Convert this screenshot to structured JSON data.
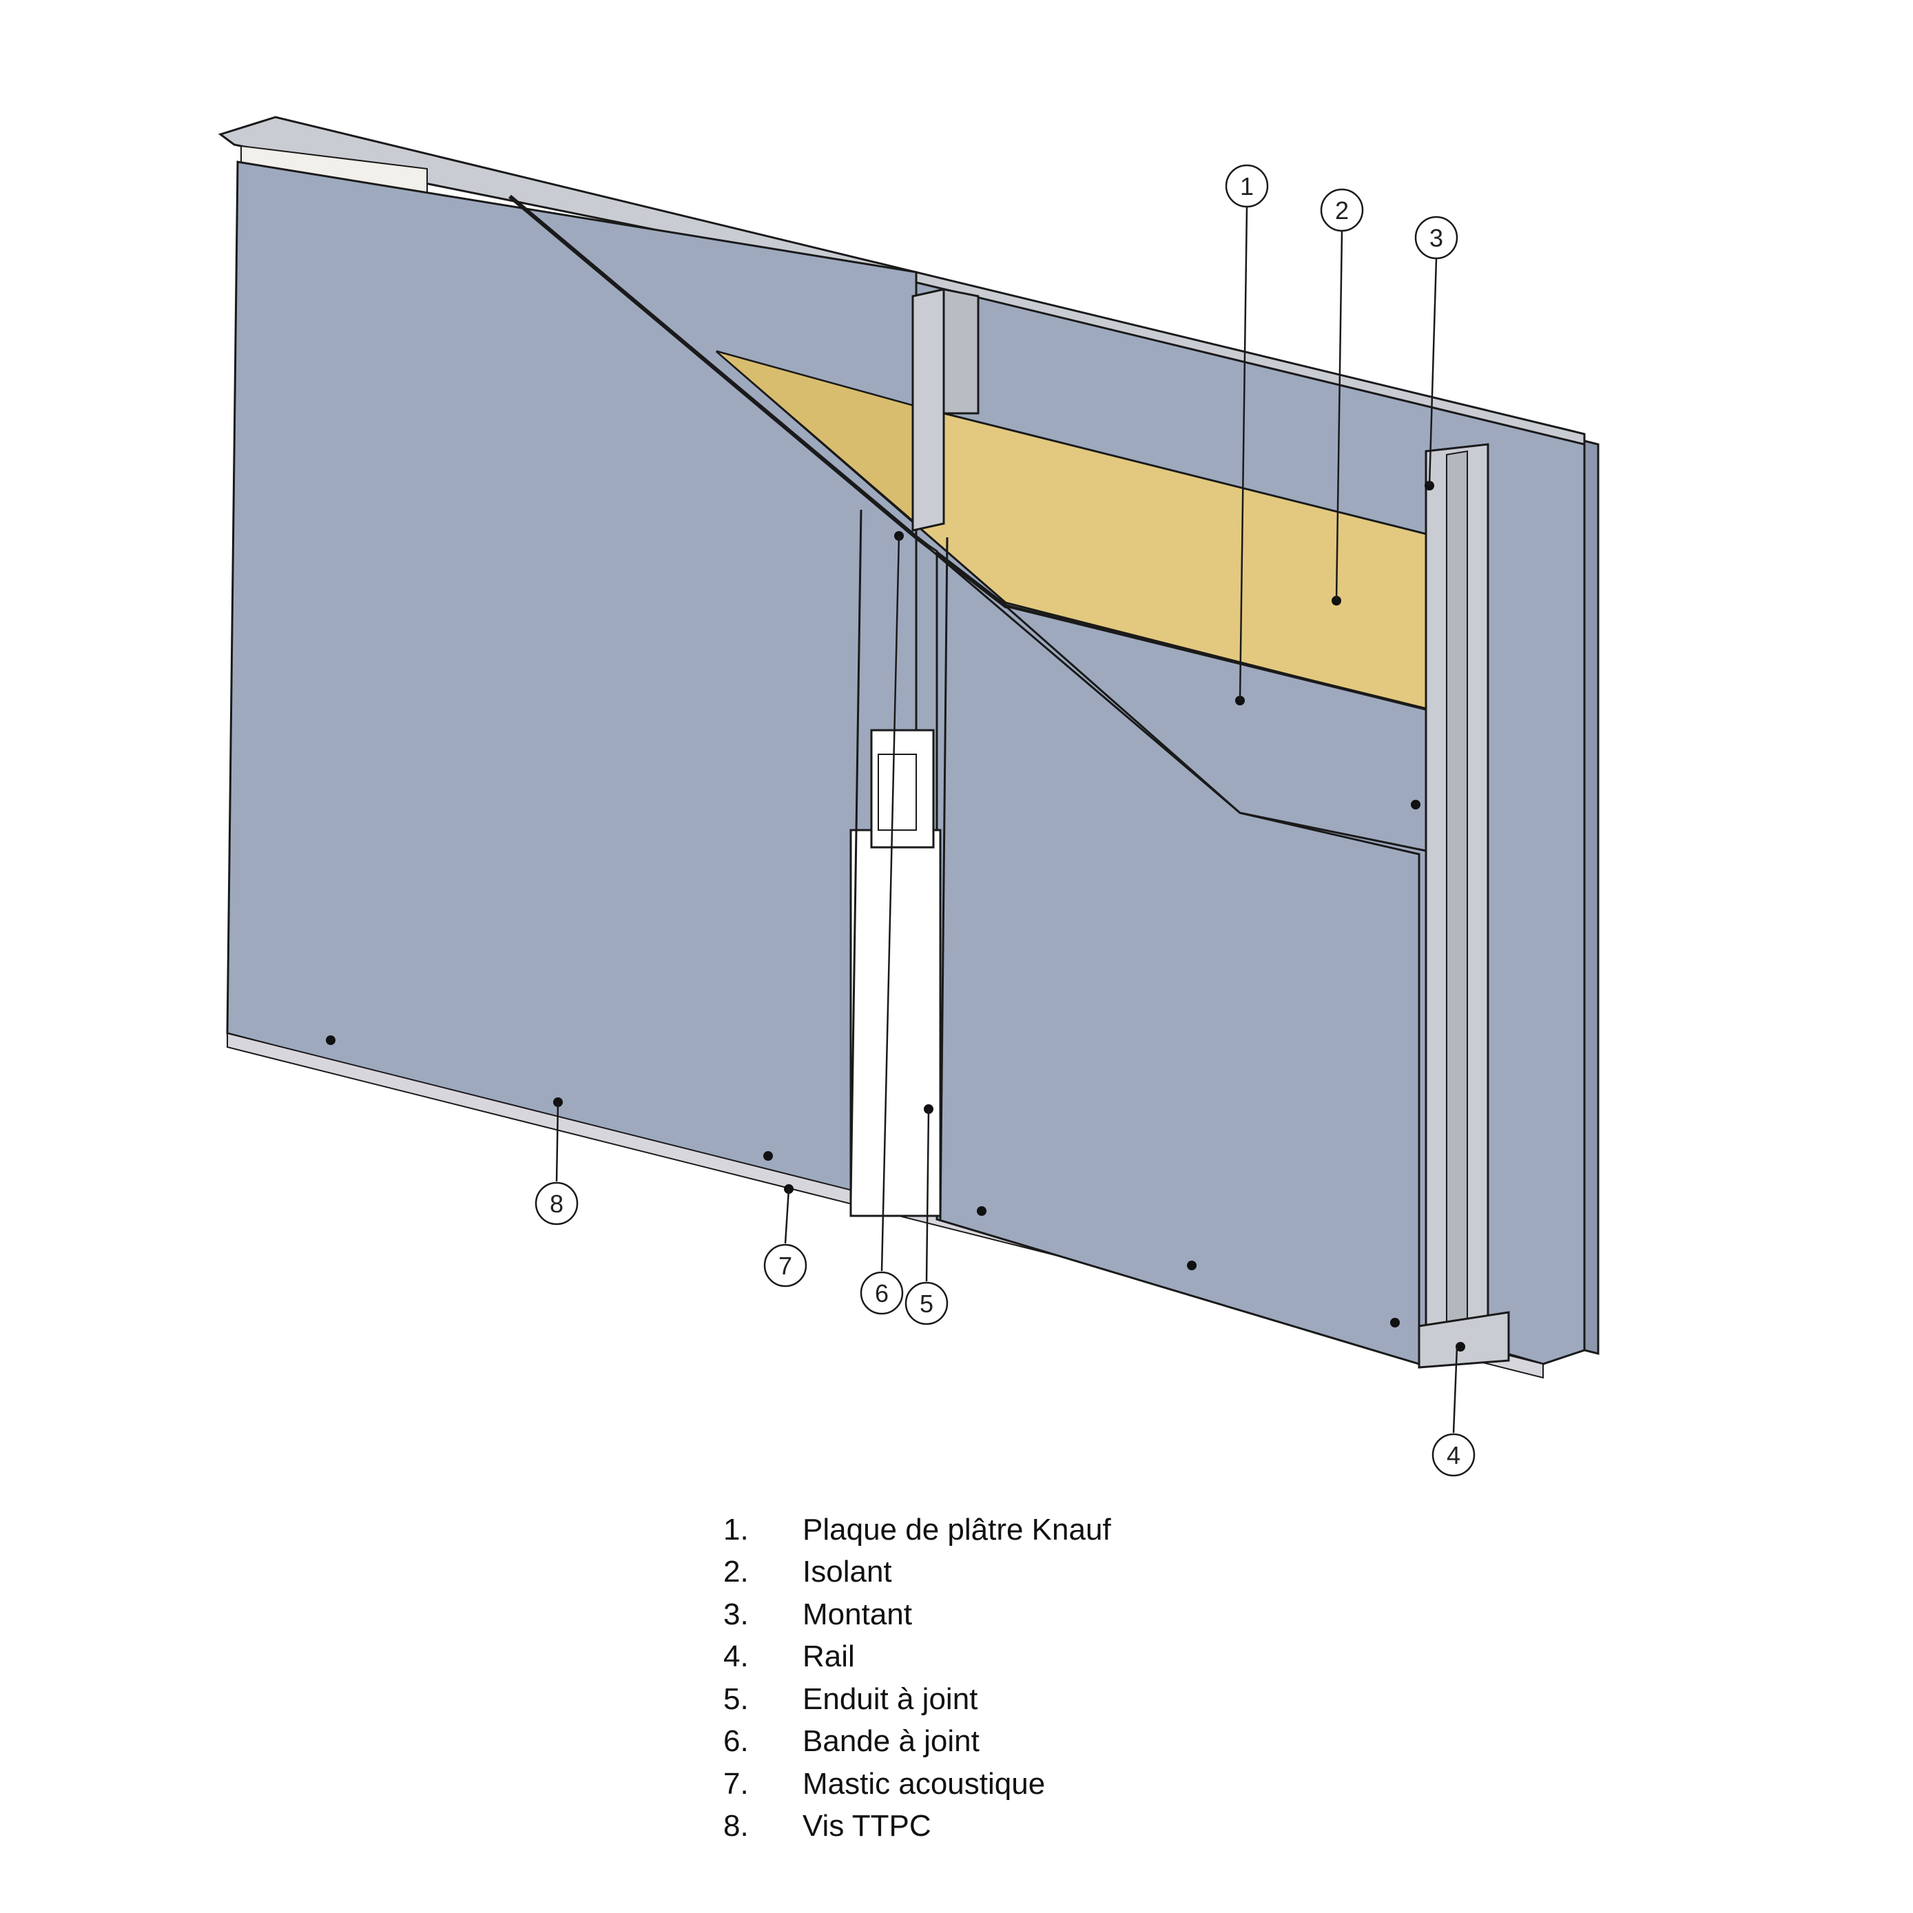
{
  "colors": {
    "board": "#9ea9be",
    "board_edge": "#6f7890",
    "insulation": "#e3c97f",
    "metal": "#c9ccd2",
    "tape": "#ffffff",
    "outline": "#1a1a1a"
  },
  "callouts": [
    {
      "num": "1"
    },
    {
      "num": "2"
    },
    {
      "num": "3"
    },
    {
      "num": "4"
    },
    {
      "num": "5"
    },
    {
      "num": "6"
    },
    {
      "num": "7"
    },
    {
      "num": "8"
    }
  ],
  "legend": [
    {
      "num": "1.",
      "label": "Plaque de plâtre Knauf"
    },
    {
      "num": "2.",
      "label": "Isolant"
    },
    {
      "num": "3.",
      "label": "Montant"
    },
    {
      "num": "4.",
      "label": "Rail"
    },
    {
      "num": "5.",
      "label": "Enduit à joint"
    },
    {
      "num": "6.",
      "label": "Bande à joint"
    },
    {
      "num": "7.",
      "label": "Mastic acoustique"
    },
    {
      "num": "8.",
      "label": "Vis TTPC"
    }
  ]
}
